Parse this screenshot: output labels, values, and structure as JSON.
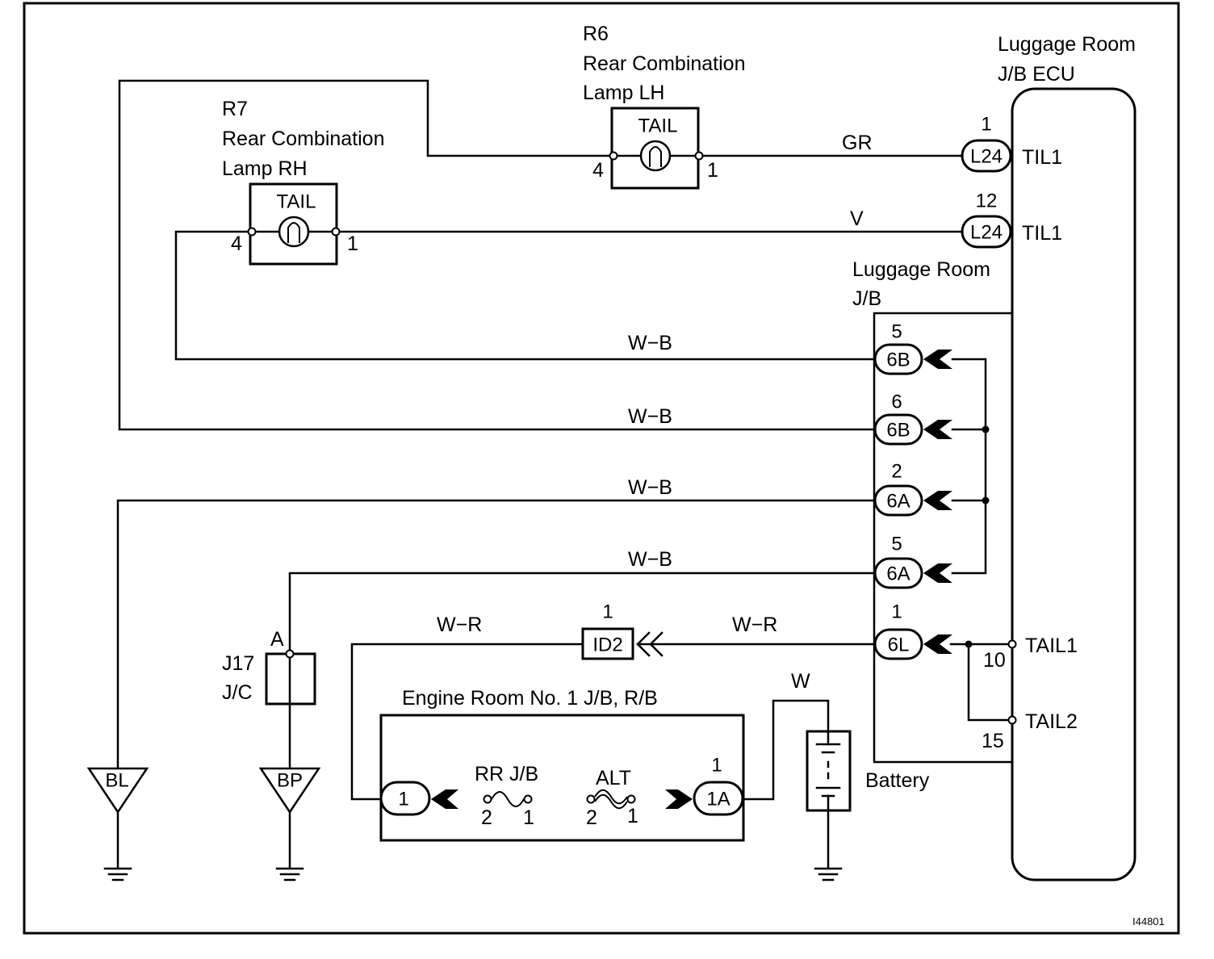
{
  "diagram_id": "I44801",
  "components": {
    "ecu": {
      "name_line1": "Luggage Room",
      "name_line2": "J/B ECU"
    },
    "jb": {
      "name_line1": "Luggage Room",
      "name_line2": "J/B"
    },
    "lamp_lh": {
      "code": "R6",
      "name_line1": "Rear Combination",
      "name_line2": "Lamp LH",
      "inner": "TAIL",
      "pin_left": "4",
      "pin_right": "1"
    },
    "lamp_rh": {
      "code": "R7",
      "name_line1": "Rear Combination",
      "name_line2": "Lamp RH",
      "inner": "TAIL",
      "pin_left": "4",
      "pin_right": "1"
    },
    "jc": {
      "code": "J17",
      "name": "J/C",
      "point": "A"
    },
    "engine_jb": {
      "name": "Engine Room No. 1 J/B, R/B",
      "fuse1": "RR J/B",
      "fuse2": "ALT",
      "fuse1_pin_left": "2",
      "fuse1_pin_right": "1",
      "fuse2_pin_left": "2",
      "fuse2_pin_right": "1"
    },
    "battery": {
      "name": "Battery"
    }
  },
  "ecu_pins": [
    {
      "name": "TIL1",
      "connector": "L24",
      "pin": "1"
    },
    {
      "name": "TIL1",
      "connector": "L24",
      "pin": "12"
    },
    {
      "name": "TAIL1",
      "pin": "10"
    },
    {
      "name": "TAIL2",
      "pin": "15"
    }
  ],
  "jb_connectors": [
    {
      "connector": "6B",
      "pin": "5"
    },
    {
      "connector": "6B",
      "pin": "6"
    },
    {
      "connector": "6A",
      "pin": "2"
    },
    {
      "connector": "6A",
      "pin": "5"
    },
    {
      "connector": "6L",
      "pin": "1"
    }
  ],
  "inline_connector": {
    "connector": "ID2",
    "pin": "1"
  },
  "engine_connectors": [
    {
      "connector": "1",
      "pin": ""
    },
    {
      "connector": "1A",
      "pin": "1"
    }
  ],
  "wire_colors": {
    "lh_to_ecu": "GR",
    "rh_to_ecu": "V",
    "wb1": "W−B",
    "wb2": "W−B",
    "wb3": "W−B",
    "wb4": "W−B",
    "wr1": "W−R",
    "wr2": "W−R",
    "battery": "W"
  },
  "grounds": [
    "BL",
    "BP"
  ]
}
